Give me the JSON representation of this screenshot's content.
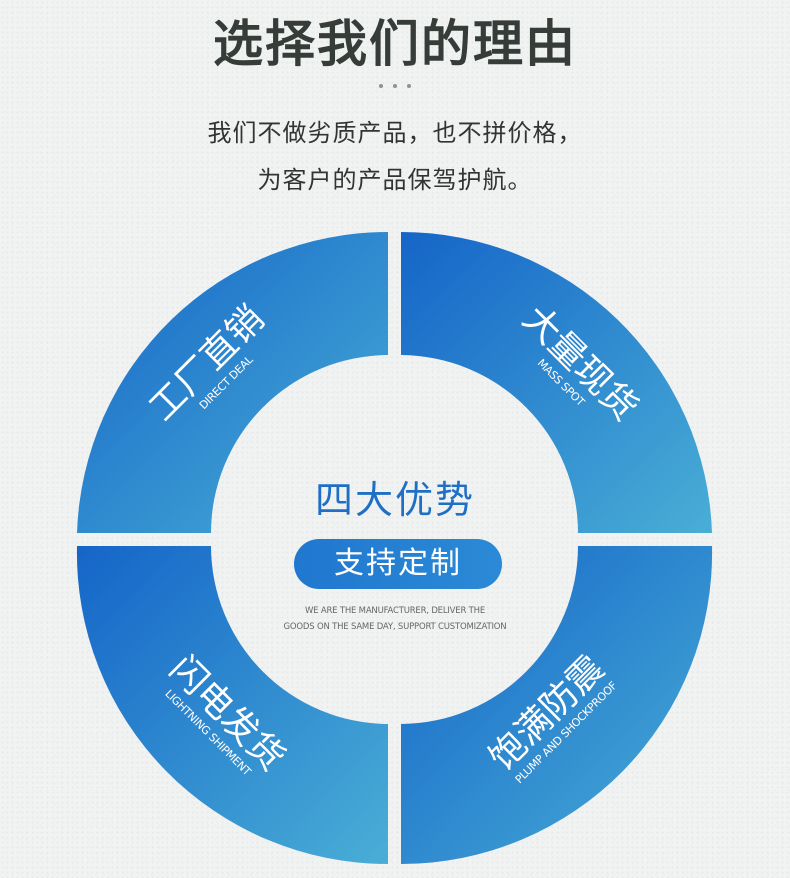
{
  "header": {
    "title": "选择我们的理由",
    "line1": "我们不做劣质产品，也不拼价格，",
    "line2": "为客户的产品保驾护航。"
  },
  "center": {
    "title": "四大优势",
    "pill": "支持定制",
    "desc_line1": "WE ARE THE MANUFACTURER, DELIVER THE",
    "desc_line2": "GOODS ON THE SAME DAY, SUPPORT CUSTOMIZATION"
  },
  "segments": [
    {
      "cn": "工厂直销",
      "en": "DIRECT DEAL"
    },
    {
      "cn": "大量现货",
      "en": "MASS SPOT"
    },
    {
      "cn": "闪电发货",
      "en": "LIGHTNING SHIPMENT"
    },
    {
      "cn": "饱满防震",
      "en": "PLUMP AND SHOCKPROOF"
    }
  ],
  "colors": {
    "dark_blue": "#1565c8",
    "light_blue": "#49aed6",
    "title": "#363d38",
    "center_text": "#1f6fc4"
  }
}
